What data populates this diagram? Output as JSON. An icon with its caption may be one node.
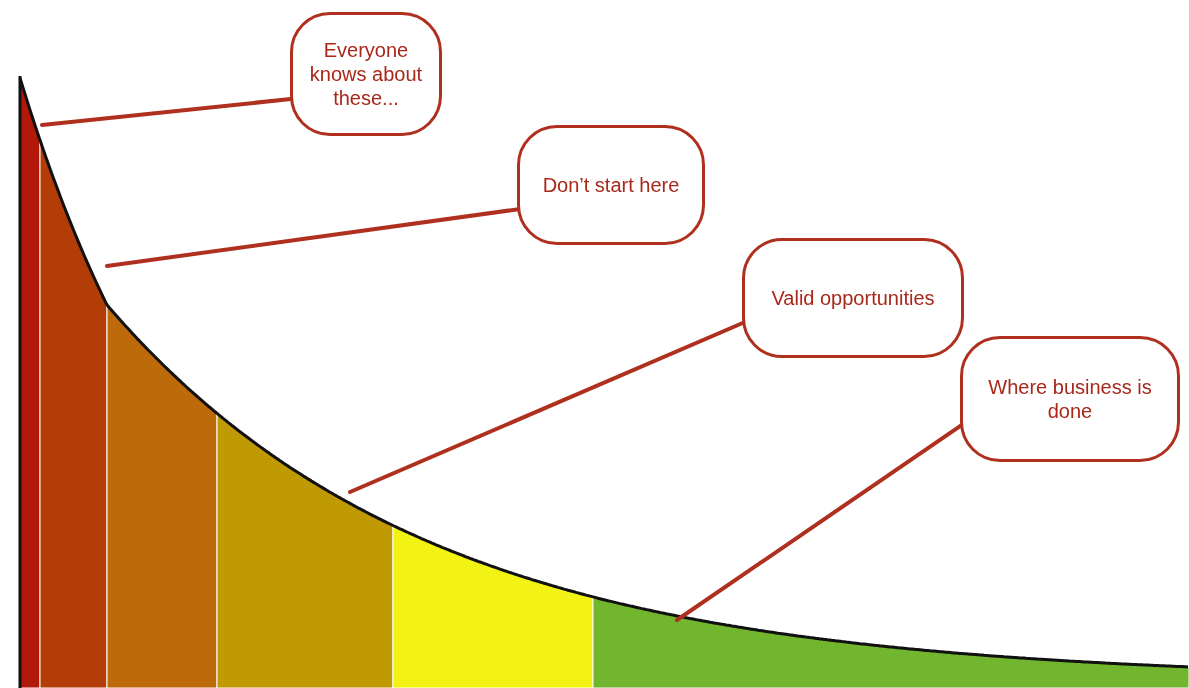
{
  "diagram": {
    "nodes": [
      {
        "text": [
          "Everyone knows about these..."
        ]
      },
      {
        "text": [
          "Don’t start here"
        ]
      },
      {
        "text": [
          "Valid opportunities"
        ]
      },
      {
        "text": [
          "Where business is done"
        ]
      }
    ],
    "edges": [
      {
        "from": 0,
        "to": null,
        "arrow": "none"
      },
      {
        "from": 1,
        "to": null,
        "arrow": "none"
      },
      {
        "from": 2,
        "to": null,
        "arrow": "none"
      },
      {
        "from": 3,
        "to": null,
        "arrow": "none"
      }
    ]
  }
}
